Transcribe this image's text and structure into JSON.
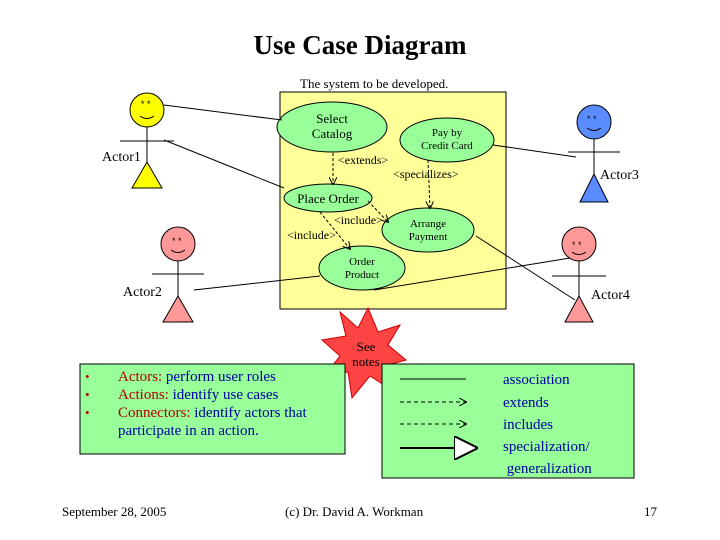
{
  "title": "Use Case Diagram",
  "system_label": "The system to be developed.",
  "use_cases": {
    "select_catalog": "Select\nCatalog",
    "pay_by_credit_card": "Pay by\nCredit Card",
    "place_order": "Place Order",
    "arrange_payment": "Arrange\nPayment",
    "order_product": "Order\nProduct"
  },
  "stereotypes": {
    "extends": "<extends>",
    "specializes": "<specializes>",
    "include1": "<include>",
    "include2": "<include>"
  },
  "actors": [
    "Actor1",
    "Actor2",
    "Actor3",
    "Actor4"
  ],
  "actor_colors": {
    "actor1": "#ffff00",
    "actor2": "#ff9999",
    "actor3": "#5b8cff",
    "actor4": "#ff9999"
  },
  "star_note": "See\nnotes",
  "bullets": [
    {
      "key": "Actors:",
      "text": " perform user roles"
    },
    {
      "key": "Actions:",
      "text": " identify use cases"
    },
    {
      "key": "Connectors:",
      "text": " identify actors that participate in an action."
    }
  ],
  "legend": [
    "association",
    "extends",
    "includes",
    "specialization/\n generalization"
  ],
  "footer": {
    "date": "September 28, 2005",
    "author": "(c) Dr. David A. Workman",
    "page": "17"
  },
  "colors": {
    "system_box": "#ffff99",
    "legend_box": "#99ff99",
    "star": "#ff4444"
  }
}
